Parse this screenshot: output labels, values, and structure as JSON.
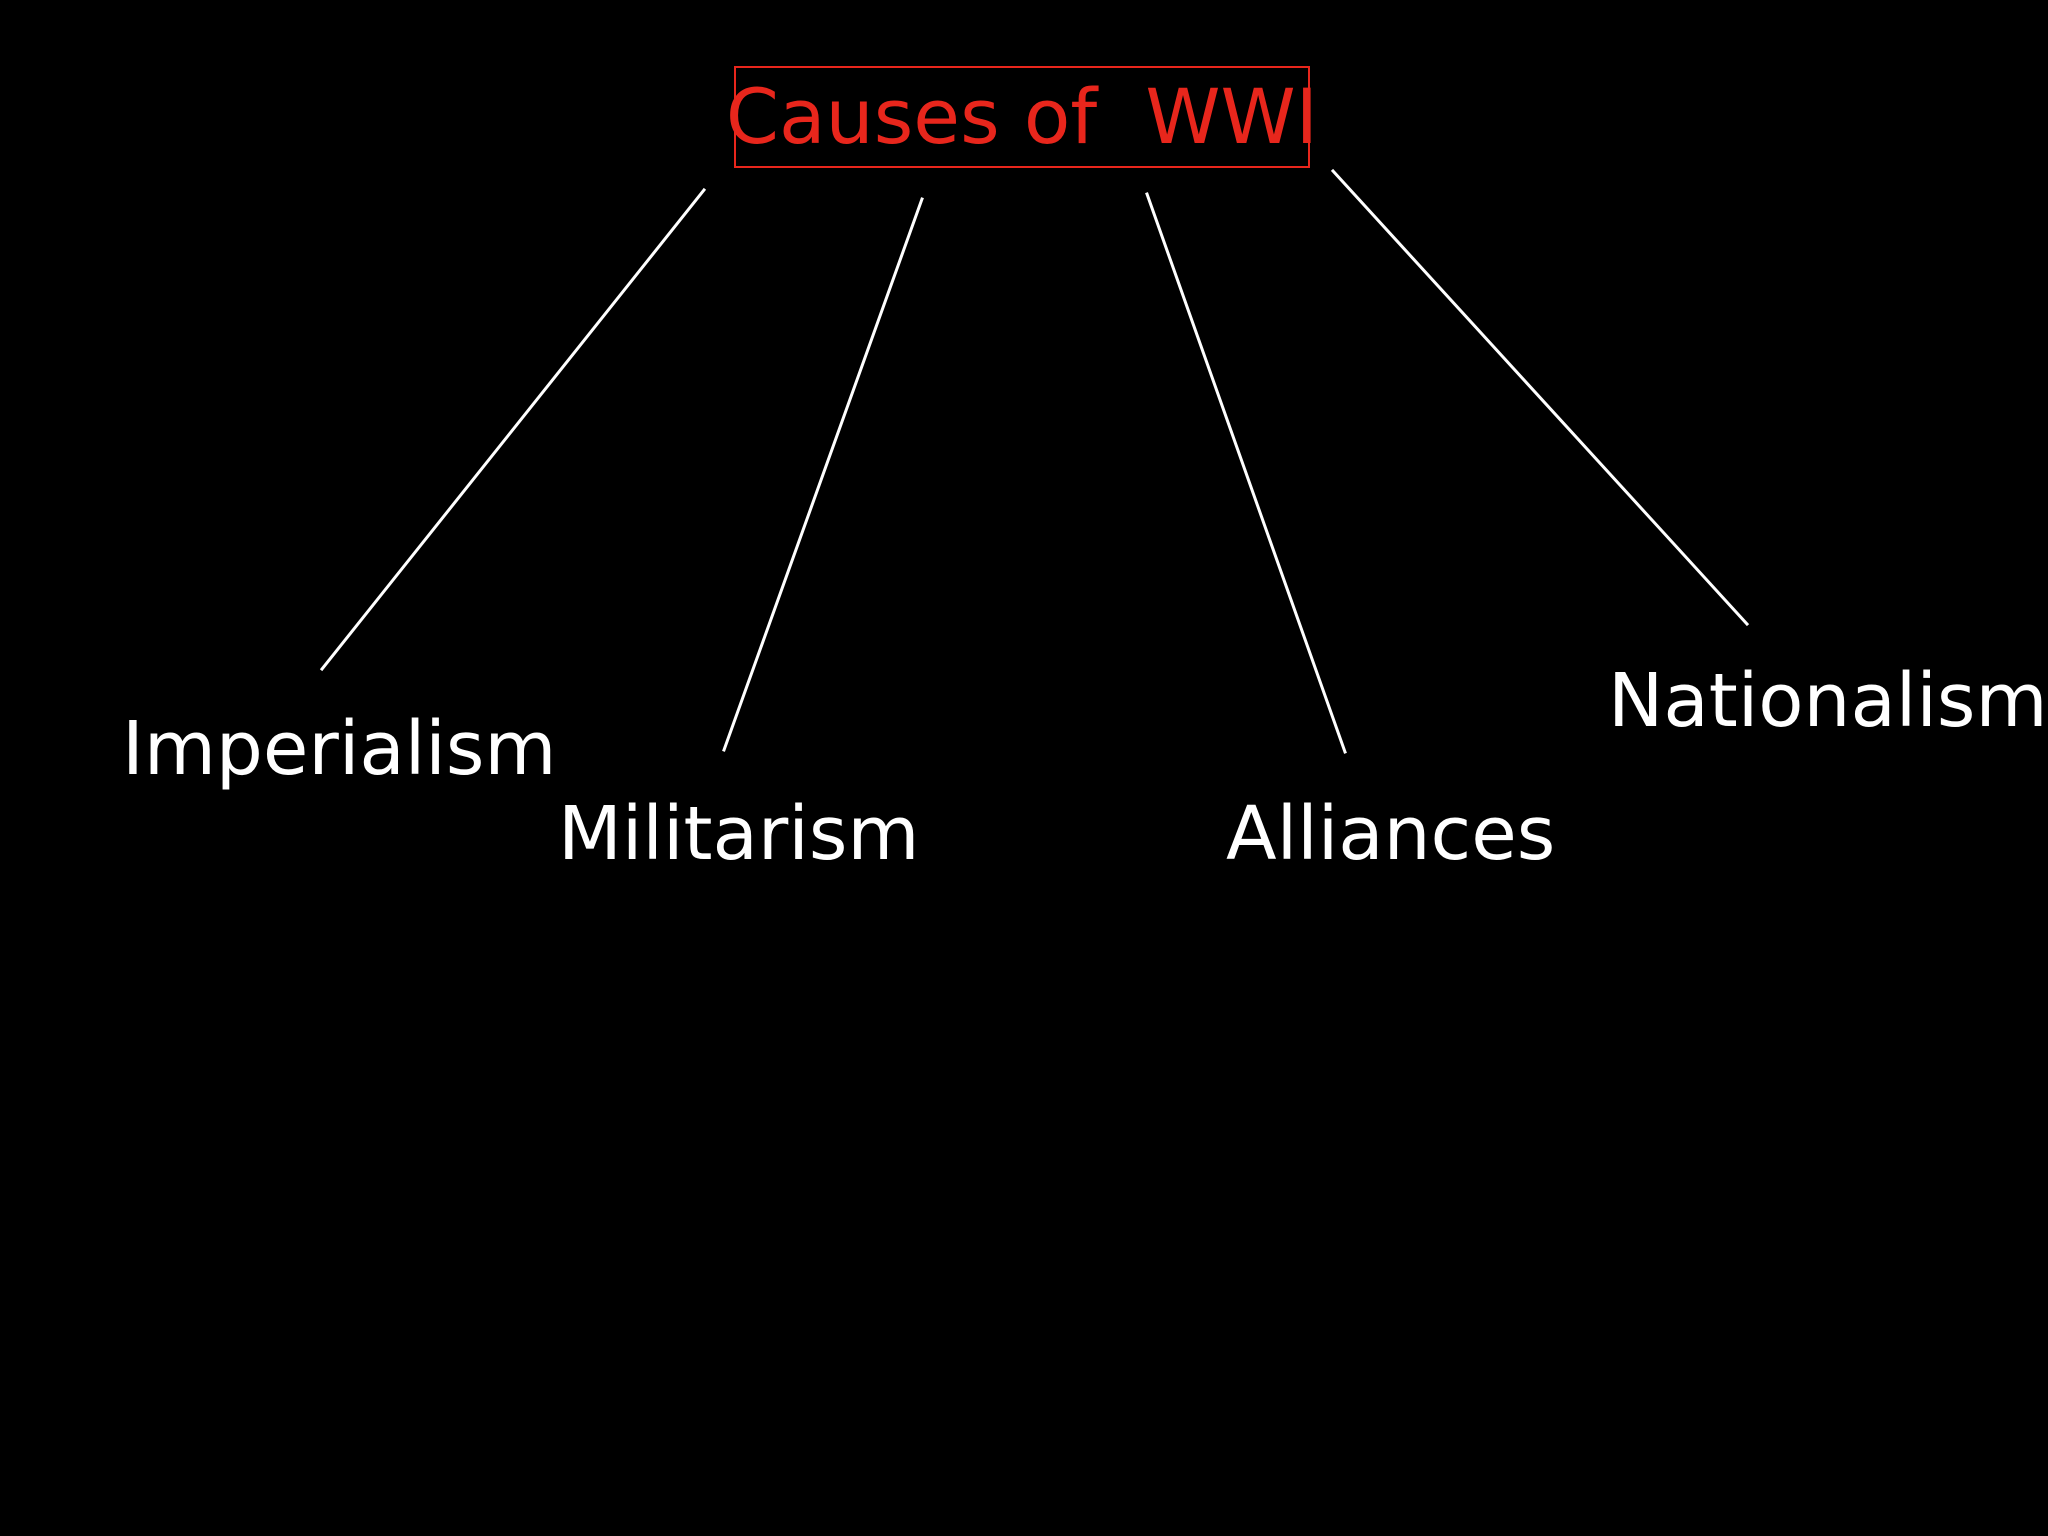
{
  "title": "Causes of  WWI",
  "causes": [
    {
      "label": "Imperialism"
    },
    {
      "label": "Militarism"
    },
    {
      "label": "Alliances"
    },
    {
      "label": "Nationalism"
    }
  ],
  "colors": {
    "background": "#000000",
    "title": "#e8261c",
    "node_text": "#ffffff",
    "connector": "#ffffff"
  }
}
